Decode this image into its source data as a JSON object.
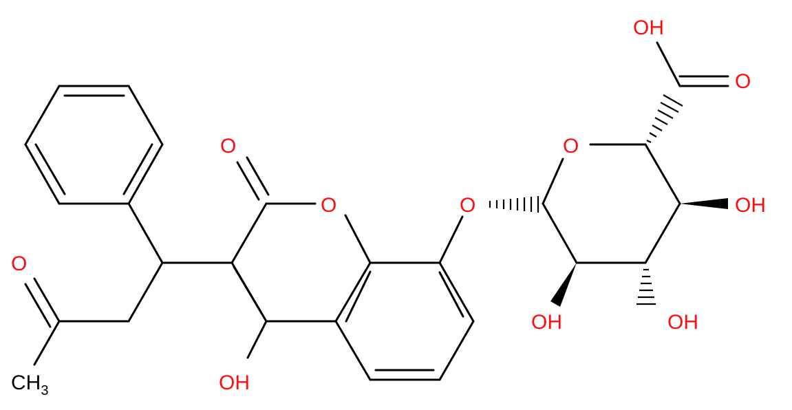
{
  "molecule": {
    "colors": {
      "bond": "#000000",
      "oxygen": "#ff0d0d",
      "carbon": "#000000",
      "background": "#ffffff"
    },
    "labels": {
      "oh_carboxyl": "OH",
      "o_carboxyl": "O",
      "o_ring_sugar": "O",
      "oh_c4": "OH",
      "oh_c3": "OH",
      "oh_c2": "OH",
      "o_glycosidic": "O",
      "o_lactone_ring": "O",
      "o_carbonyl_lactone": "O",
      "oh_coumarin": "OH",
      "o_ketone": "O",
      "ch3_main": "CH",
      "ch3_sub": "3"
    }
  }
}
